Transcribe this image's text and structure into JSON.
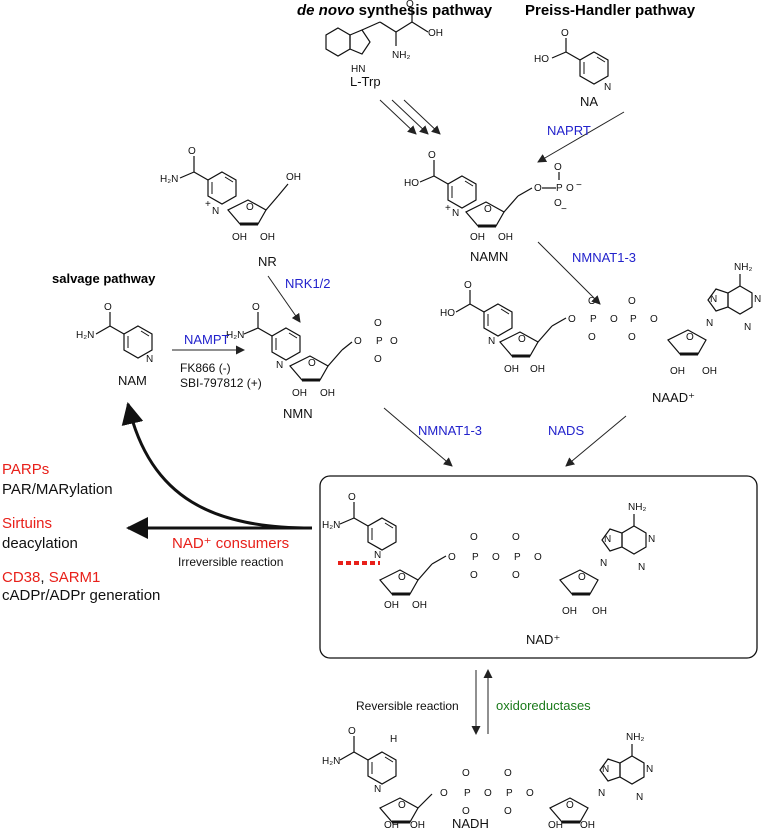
{
  "headers": {
    "de_novo_italic": "de novo",
    "de_novo_rest": " synthesis pathway",
    "preiss_handler": "Preiss-Handler pathway",
    "salvage": "salvage pathway"
  },
  "molecules": {
    "ltrp": "L-Trp",
    "na": "NA",
    "namn": "NAMN",
    "nr": "NR",
    "naad": "NAAD⁺",
    "nam": "NAM",
    "nmn": "NMN",
    "nad": "NAD⁺",
    "nadh": "NADH"
  },
  "enzymes": {
    "naprt": "NAPRT",
    "nmnat_top": "NMNAT1-3",
    "nrk": "NRK1/2",
    "nampt": "NAMPT",
    "nmnat_mid": "NMNAT1-3",
    "nads": "NADS",
    "oxidoreductases": "oxidoreductases"
  },
  "modulators": {
    "fk866": "FK866 (-)",
    "sbi": "SBI-797812 (+)"
  },
  "consumers": {
    "parps": "PARPs",
    "parylation": "PAR/MARylation",
    "sirtuins": "Sirtuins",
    "deacylation": "deacylation",
    "cd38": "CD38",
    "comma": ", ",
    "sarm1": "SARM1",
    "cadpr": "cADPr/ADPr generation",
    "nad_consumers": "NAD⁺ consumers",
    "irreversible": "Irreversible reaction"
  },
  "reactions": {
    "reversible": "Reversible reaction"
  },
  "atoms": {
    "oh": "OH",
    "ho": "HO",
    "o": "O",
    "n": "N",
    "p": "P",
    "h2n": "H₂N",
    "nh2": "NH₂",
    "nplus": "N",
    "plus": "+",
    "minus": "−",
    "hn": "HN",
    "h": "H",
    "h_top": "H"
  },
  "colors": {
    "enzyme": "#2222cc",
    "consumer": "#e8201a",
    "oxidoreductase": "#1a7a1a",
    "cleavage": "#e8201a",
    "text": "#111111"
  }
}
